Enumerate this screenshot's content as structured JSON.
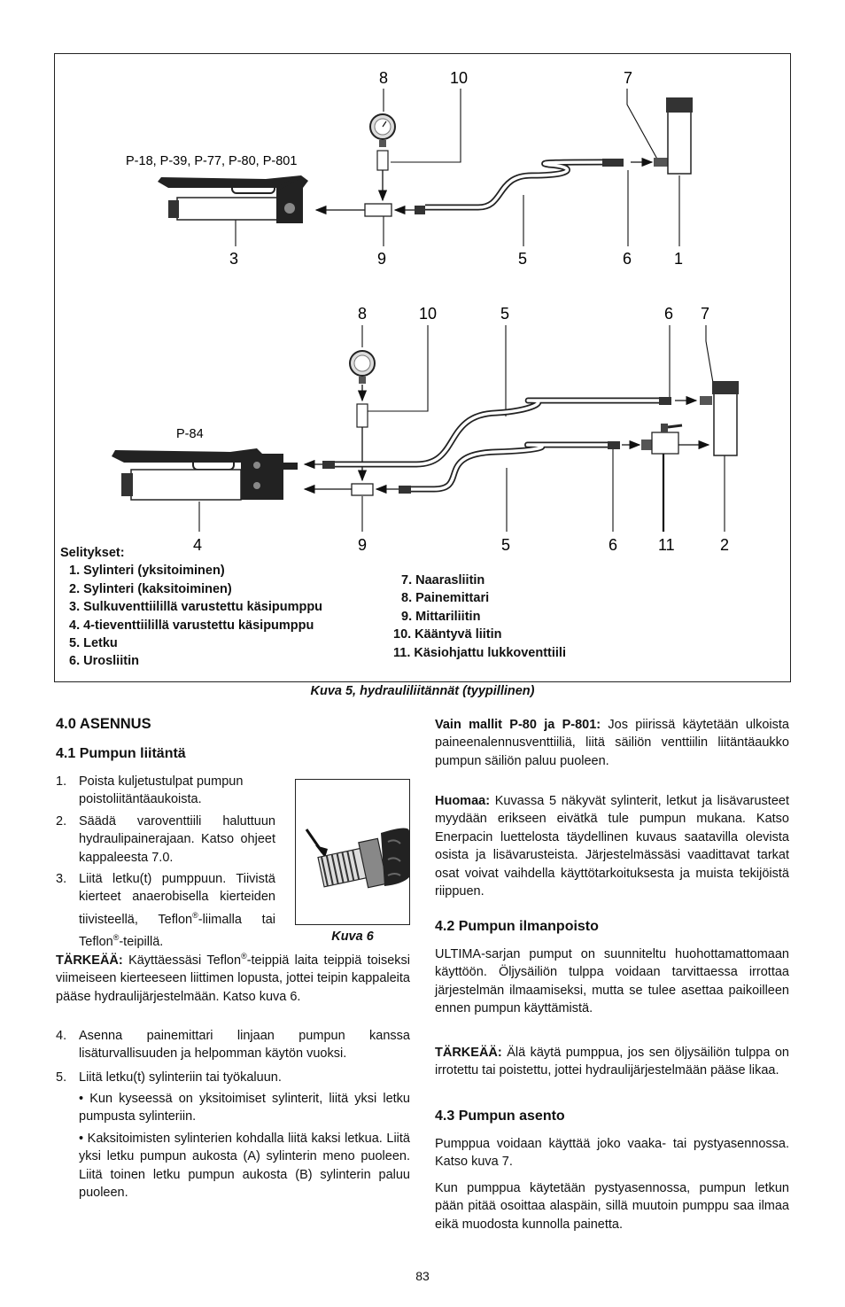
{
  "figure": {
    "top_models_label": "P-18, P-39, P-77, P-80, P-801",
    "bottom_model_label": "P-84",
    "top_callouts_above": [
      "8",
      "10",
      "7"
    ],
    "top_callouts_below": [
      "3",
      "9",
      "5",
      "6",
      "1"
    ],
    "bottom_callouts_above": [
      "8",
      "10",
      "5",
      "6",
      "7"
    ],
    "bottom_callouts_below": [
      "4",
      "9",
      "5",
      "6",
      "11",
      "2"
    ],
    "legend_title": "Selitykset:",
    "legend_left": [
      "1. Sylinteri (yksitoiminen)",
      "2. Sylinteri (kaksitoiminen)",
      "3. Sulkuventtiilillä varustettu käsipumppu",
      "4. 4-tieventtiilillä varustettu käsipumppu",
      "5. Letku",
      "6. Urosliitin"
    ],
    "legend_right": [
      "7. Naarasliitin",
      "8. Painemittari",
      "9. Mittariliitin",
      "10. Kääntyvä liitin",
      "11. Käsiohjattu lukkoventtiili"
    ],
    "caption": "Kuva 5, hydrauliliitännät (tyypillinen)"
  },
  "left_column": {
    "heading_main": "4.0  ASENNUS",
    "heading_sub": "4.1  Pumpun liitäntä",
    "step1_num": "1.",
    "step1": "Poista kuljetustulpat pumpun poistoliitäntäaukoista.",
    "step2_num": "2.",
    "step2": "Säädä varoventtiili haluttuun hydraulipainerajaan. Katso ohjeet kappaleesta 7.0.",
    "step3_num": "3.",
    "step3_a": "Liitä letku(t) pumppuun. Tiivistä kierteet anaerobisella kierteiden tiivisteellä, Teflon",
    "step3_b": "-liimalla tai Teflon",
    "step3_c": "-teipillä.",
    "reg": "®",
    "kuva6_caption": "Kuva 6",
    "important_label": "TÄRKEÄÄ:",
    "important_a": " Käyttäessäsi Teflon",
    "important_b": "-teippiä laita teippiä toiseksi viimeiseen kierteeseen liittimen lopusta, jottei teipin kappaleita pääse hydraulijärjestelmään. Katso kuva 6.",
    "step4_num": "4.",
    "step4": "Asenna painemittari linjaan pumpun kanssa lisäturvallisuuden ja helpomman käytön vuoksi.",
    "step5_num": "5.",
    "step5": "Liitä letku(t) sylinteriin tai työkaluun.",
    "bullet1": "• Kun kyseessä on yksitoimiset sylinterit, liitä yksi letku pumpusta sylinteriin.",
    "bullet2": "• Kaksitoimisten sylinterien kohdalla liitä kaksi letkua. Liitä yksi letku pumpun aukosta (A) sylinterin meno puoleen. Liitä toinen letku pumpun aukosta (B) sylinterin paluu puoleen."
  },
  "right_column": {
    "models_label": "Vain mallit P-80 ja P-801:",
    "models_text": " Jos piirissä käytetään ulkoista paineenalennusventtiiliä, liitä säiliön venttiilin liitäntäaukko pumpun säiliön paluu puoleen.",
    "note_label": "Huomaa:",
    "note_text": " Kuvassa 5 näkyvät sylinterit, letkut ja lisävarusteet myydään erikseen eivätkä tule pumpun mukana. Katso Enerpacin luettelosta täydellinen kuvaus saatavilla olevista osista ja lisävarusteista. Järjestelmässäsi vaadittavat tarkat osat voivat vaihdella käyttötarkoituksesta ja muista tekijöistä riippuen.",
    "h42": "4.2  Pumpun ilmanpoisto",
    "p42": "ULTIMA-sarjan pumput on suunniteltu huohottamattomaan käyttöön. Öljysäiliön tulppa voidaan tarvittaessa irrottaa järjestelmän ilmaamiseksi, mutta se tulee asettaa paikoilleen ennen pumpun käyttämistä.",
    "important_label": "TÄRKEÄÄ:",
    "important_text": " Älä käytä pumppua, jos sen öljysäiliön tulppa on irrotettu tai poistettu, jottei hydraulijärjestelmään pääse likaa.",
    "h43": "4.3  Pumpun asento",
    "p43a": "Pumppua voidaan käyttää joko vaaka- tai pystyasennossa. Katso kuva 7.",
    "p43b": "Kun pumppua käytetään pystyasennossa, pumpun letkun pään pitää osoittaa alaspäin, sillä muutoin pumppu saa ilmaa eikä muodosta kunnolla painetta."
  },
  "page_number": "83"
}
